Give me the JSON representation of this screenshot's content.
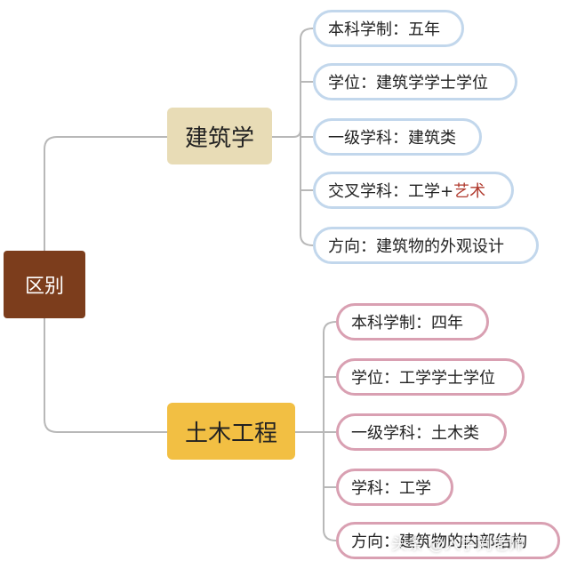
{
  "root": {
    "label": "区别"
  },
  "branches": [
    {
      "label": "建筑学",
      "items": [
        {
          "text": "本科学制：五年"
        },
        {
          "text": "学位：建筑学学士学位"
        },
        {
          "text": "一级学科：建筑类"
        },
        {
          "text": "交叉学科：工学+",
          "highlight": "艺术"
        },
        {
          "text": "方向：建筑物的外观设计"
        }
      ]
    },
    {
      "label": "土木工程",
      "items": [
        {
          "text": "本科学制：四年"
        },
        {
          "text": "学位：工学学士学位"
        },
        {
          "text": "一级学科：土木类"
        },
        {
          "text": "学科：工学"
        },
        {
          "text": "方向：建筑物的内部结构"
        }
      ]
    }
  ],
  "watermark": "头条 @入学刘老师",
  "colors": {
    "root_fill": "#7c3d1c",
    "branch_arch_fill": "#e8dcb6",
    "branch_civil_fill": "#f2bf43",
    "leaf_arch_border": "#c2d7ec",
    "leaf_civil_border": "#d9a0b2",
    "connector": "#b8b8b8",
    "highlight_text": "#b03a2e"
  }
}
